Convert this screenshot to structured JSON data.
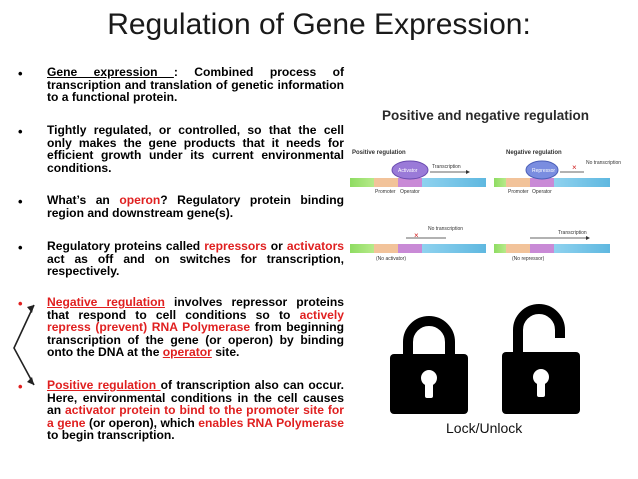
{
  "title": "Regulation of Gene Expression:",
  "bullets": [
    {
      "term": "Gene expression ",
      "rest": ": Combined process of transcription and translation of genetic information to a functional protein."
    },
    {
      "text": "Tightly regulated, or controlled, so that the cell only makes the gene products that it needs for efficient growth under its current environmental conditions."
    },
    {
      "pre": "What’s an ",
      "term": "operon",
      "post": "? Regulatory protein binding region and downstream gene(s)."
    },
    {
      "pre": "Regulatory proteins called ",
      "term1": "repressors",
      "mid": " or ",
      "term2": "activators",
      "post": " act as off and on switches for transcription, respectively."
    },
    {
      "term": "Negative regulation",
      "s1": " involves repressor proteins that respond to cell conditions so to ",
      "red1": "actively repress (prevent) RNA Polymerase",
      "s2": " from beginning transcription of the gene (or operon) by binding onto the DNA at the ",
      "term2": "operator",
      "s3": " site."
    },
    {
      "term": "Positive regulation ",
      "s1": " of transcription also can occur. Here, environmental conditions in the cell causes an ",
      "red1": "activator protein to bind to the promoter site for a gene",
      "s2": " (or operon), which ",
      "red2": "enables RNA Polymerase",
      "s3": " to begin transcription."
    }
  ],
  "figure": {
    "title": "Positive and negative regulation",
    "positive_label": "Positive regulation",
    "negative_label": "Negative regulation",
    "activator": "Activator",
    "repressor": "Repressor",
    "promoter": "Promoter",
    "operator": "Operator",
    "transcription": "Transcription",
    "no_transcription": "No transcription",
    "no_activator": "(No activator)",
    "no_repressor": "(No repressor)"
  },
  "lock_caption": "Lock/Unlock",
  "colors": {
    "red": "#e02020",
    "title": "#1a1a1a",
    "promoter": "#f2c39a",
    "operator": "#c98ad6",
    "dna_green": "#7fd35a",
    "dna_blue": "#79c6ea",
    "activator": "#9a7ad8",
    "repressor": "#7a8de0"
  }
}
